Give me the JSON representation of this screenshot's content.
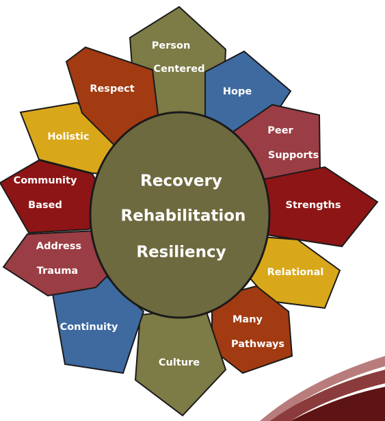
{
  "colors": {
    "olive": "#7d7b46",
    "blue": "#3e6aa0",
    "rust": "#a23a12",
    "mustard": "#d9a71a",
    "dark_red": "#8e1515",
    "rose": "#9b3d44",
    "hub": "#6e6a3f",
    "swoosh_dark": "#5e1414",
    "swoosh_mid": "#8b3b3b",
    "swoosh_light": "#b87c7c"
  },
  "center": {
    "line1": "Recovery",
    "line2": "Rehabilitation",
    "line3": "Resiliency"
  },
  "petals": {
    "person_centered": {
      "line1": "Person",
      "line2": "Centered",
      "color": "olive"
    },
    "hope": {
      "line1": "Hope",
      "color": "blue"
    },
    "peer_supports": {
      "line1": "Peer",
      "line2": "Supports",
      "color": "rose"
    },
    "strengths": {
      "line1": "Strengths",
      "color": "dark_red"
    },
    "relational": {
      "line1": "Relational",
      "color": "mustard"
    },
    "many_pathways": {
      "line1": "Many",
      "line2": "Pathways",
      "color": "rust"
    },
    "culture": {
      "line1": "Culture",
      "color": "olive"
    },
    "continuity": {
      "line1": "Continuity",
      "color": "blue"
    },
    "address_trauma": {
      "line1": "Address",
      "line2": "Trauma",
      "color": "rose"
    },
    "community_based": {
      "line1": "Community",
      "line2": "Based",
      "color": "dark_red"
    },
    "holistic": {
      "line1": "Holistic",
      "color": "mustard"
    },
    "respect": {
      "line1": "Respect",
      "color": "rust"
    }
  }
}
